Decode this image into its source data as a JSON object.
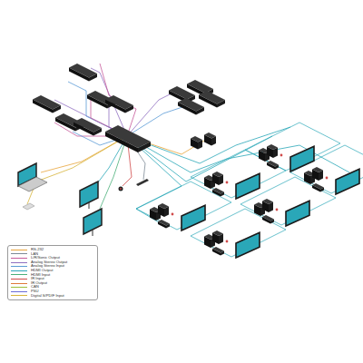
{
  "diagram": {
    "legend": [
      {
        "text": "RS-232",
        "color": "#e8a43a"
      },
      {
        "text": "LAN",
        "color": "#7d8a96"
      },
      {
        "text": "L/R/Sonic Output",
        "color": "#c65a9a"
      },
      {
        "text": "Analog Stereo Output",
        "color": "#8f6fc0"
      },
      {
        "text": "Analog Stereo Input",
        "color": "#5b9bd5"
      },
      {
        "text": "HDMI Output",
        "color": "#2aa7b8"
      },
      {
        "text": "HDMI Input",
        "color": "#4bb07a"
      },
      {
        "text": "IR Input",
        "color": "#d04a4a"
      },
      {
        "text": "IR Output",
        "color": "#e07a3a"
      },
      {
        "text": "CAN",
        "color": "#9bbf3a"
      },
      {
        "text": "PSU",
        "color": "#6b6bd6"
      },
      {
        "text": "Digital S/PDIF Input",
        "color": "#d7b43a"
      }
    ]
  }
}
